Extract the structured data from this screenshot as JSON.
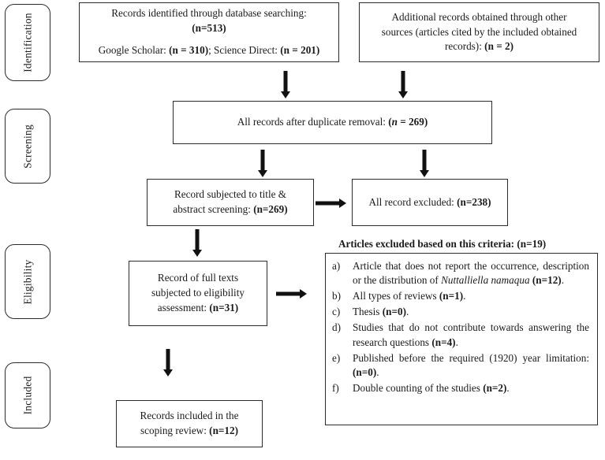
{
  "diagram": {
    "title": "PRISMA scoping review flow diagram",
    "line_color": "#2b2b2b",
    "arrow_color": "#111111",
    "background": "#ffffff"
  },
  "stages": [
    {
      "id": "identification",
      "label": "Identification"
    },
    {
      "id": "screening",
      "label": "Screening"
    },
    {
      "id": "eligibility",
      "label": "Eligibility"
    },
    {
      "id": "included",
      "label": "Included"
    }
  ],
  "boxes": {
    "database_search": {
      "line1_text": "Records identified through database searching:",
      "line2_value": "(n=513)",
      "line3_prefix": "Google Scholar: ",
      "line3_value1": "(n = 310)",
      "line3_mid": "; Science Direct: ",
      "line3_value2": "(n = 201)"
    },
    "other_sources": {
      "line1_text": "Additional records obtained through other",
      "line2_text": "sources (articles cited by the included obtained",
      "line3_text": "records): ",
      "line3_value": "(n = 2)"
    },
    "duplicate_removal": {
      "text": "All records after duplicate removal: ",
      "value_italic_n": "n",
      "value_rest": " = 269)"
    },
    "title_abstract_screening": {
      "line1_text": "Record subjected to title &",
      "line2_text": "abstract screening: ",
      "value": "(n=269)"
    },
    "records_excluded": {
      "text": "All record excluded: ",
      "value": "(n=238)"
    },
    "full_text_eligibility": {
      "line1_text": "Record of full texts",
      "line2_text": "subjected to eligibility",
      "line3_text": "assessment: ",
      "value": "(n=31)"
    },
    "records_included": {
      "line1_text": "Records included in the",
      "line2_text": "scoping review: ",
      "value": "(n=12)"
    }
  },
  "criteria": {
    "heading_text": "Articles excluded based on this criteria: ",
    "heading_value": "(n=19)",
    "items": [
      {
        "marker": "a)",
        "parts": [
          {
            "text": "Article that does not report the occurrence, description or the distribution of ",
            "style": "normal"
          },
          {
            "text": "Nuttalliella namaqua",
            "style": "italic"
          },
          {
            "text": " ",
            "style": "normal"
          },
          {
            "text": "(n=12)",
            "style": "bold"
          },
          {
            "text": ".",
            "style": "normal"
          }
        ]
      },
      {
        "marker": "b)",
        "parts": [
          {
            "text": "All types of reviews ",
            "style": "normal"
          },
          {
            "text": "(n=1)",
            "style": "bold"
          },
          {
            "text": ".",
            "style": "normal"
          }
        ]
      },
      {
        "marker": "c)",
        "parts": [
          {
            "text": "Thesis ",
            "style": "normal"
          },
          {
            "text": "(n=0)",
            "style": "bold"
          },
          {
            "text": ".",
            "style": "normal"
          }
        ]
      },
      {
        "marker": "d)",
        "parts": [
          {
            "text": "Studies that do not contribute towards answering the research questions ",
            "style": "normal"
          },
          {
            "text": "(n=4)",
            "style": "bold"
          },
          {
            "text": ".",
            "style": "normal"
          }
        ]
      },
      {
        "marker": "e)",
        "parts": [
          {
            "text": "Published before the required (1920) year limitation: ",
            "style": "normal"
          },
          {
            "text": "(n=0)",
            "style": "bold"
          },
          {
            "text": ".",
            "style": "normal"
          }
        ]
      },
      {
        "marker": "f)",
        "parts": [
          {
            "text": "Double counting of the studies ",
            "style": "normal"
          },
          {
            "text": "(n=2)",
            "style": "bold"
          },
          {
            "text": ".",
            "style": "normal"
          }
        ]
      }
    ]
  }
}
